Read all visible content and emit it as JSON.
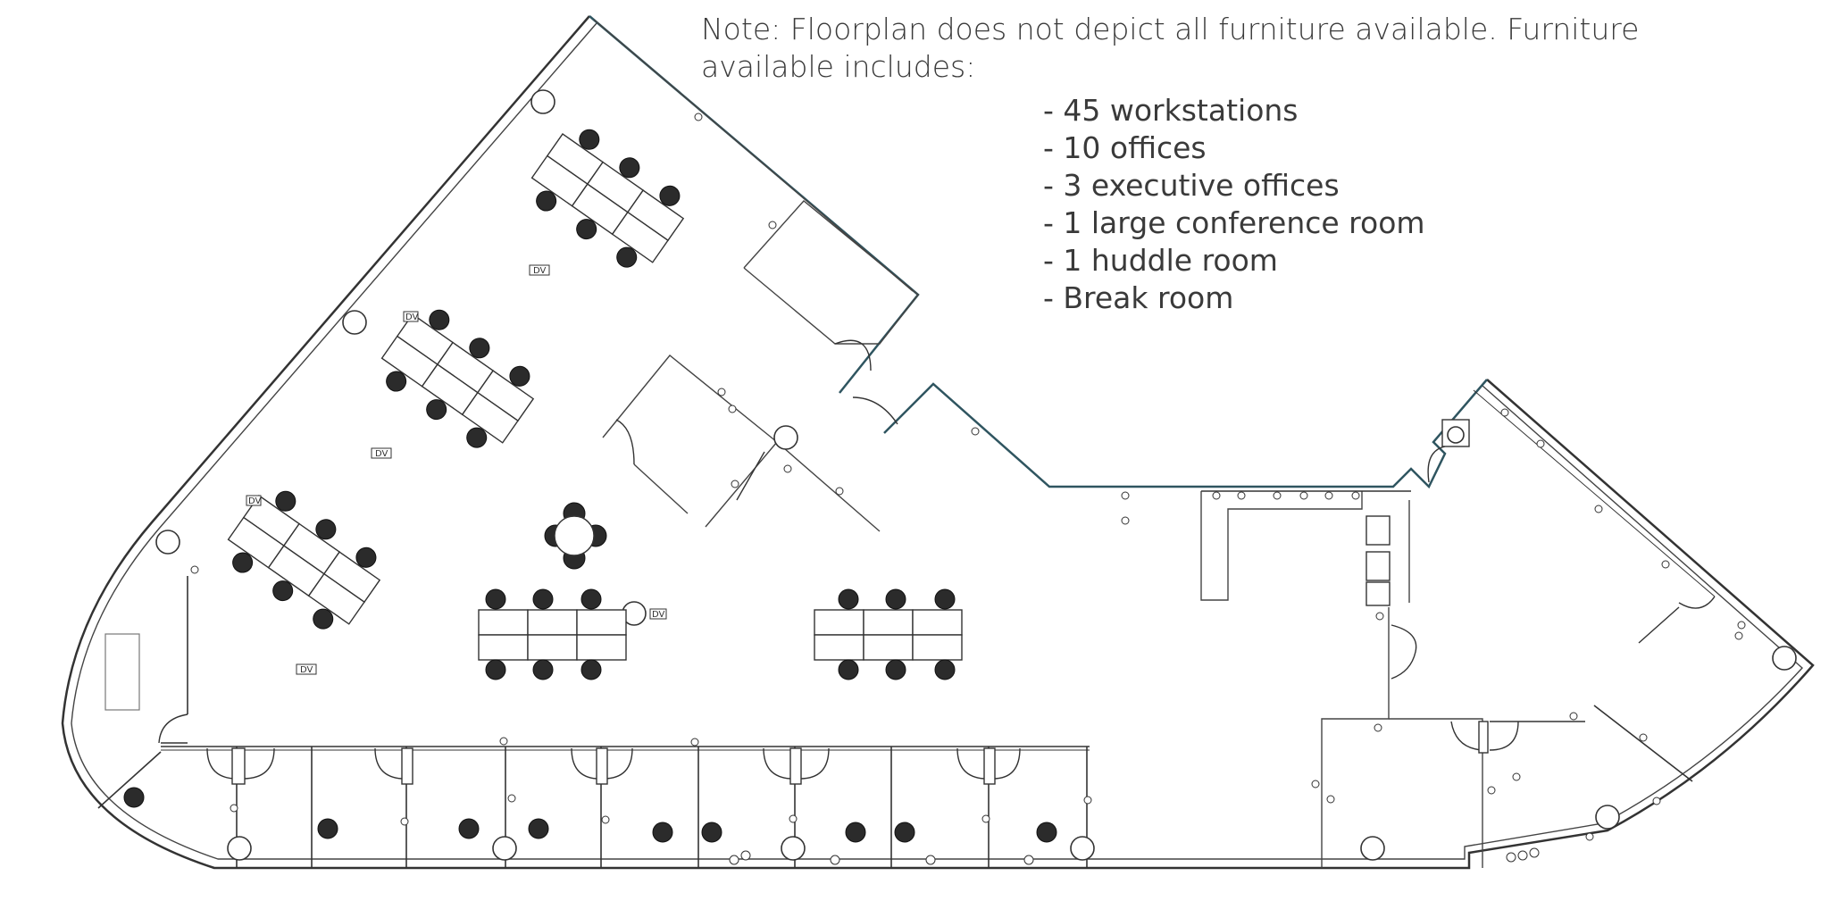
{
  "note": {
    "intro": "Note: Floorplan does not depict all furniture available.  Furniture available includes:",
    "items": [
      "- 45 workstations",
      "- 10 offices",
      "- 3 executive offices",
      "- 1 large conference room",
      "- 1 huddle room",
      "- Break room"
    ]
  },
  "plan_markers": [
    "DV",
    "DV",
    "DV",
    "DV",
    "DV",
    "DV"
  ],
  "colors": {
    "line": "#333333",
    "chair": "#2b2b2b",
    "partition": "#2f5560",
    "text": "#3a3a3a"
  }
}
